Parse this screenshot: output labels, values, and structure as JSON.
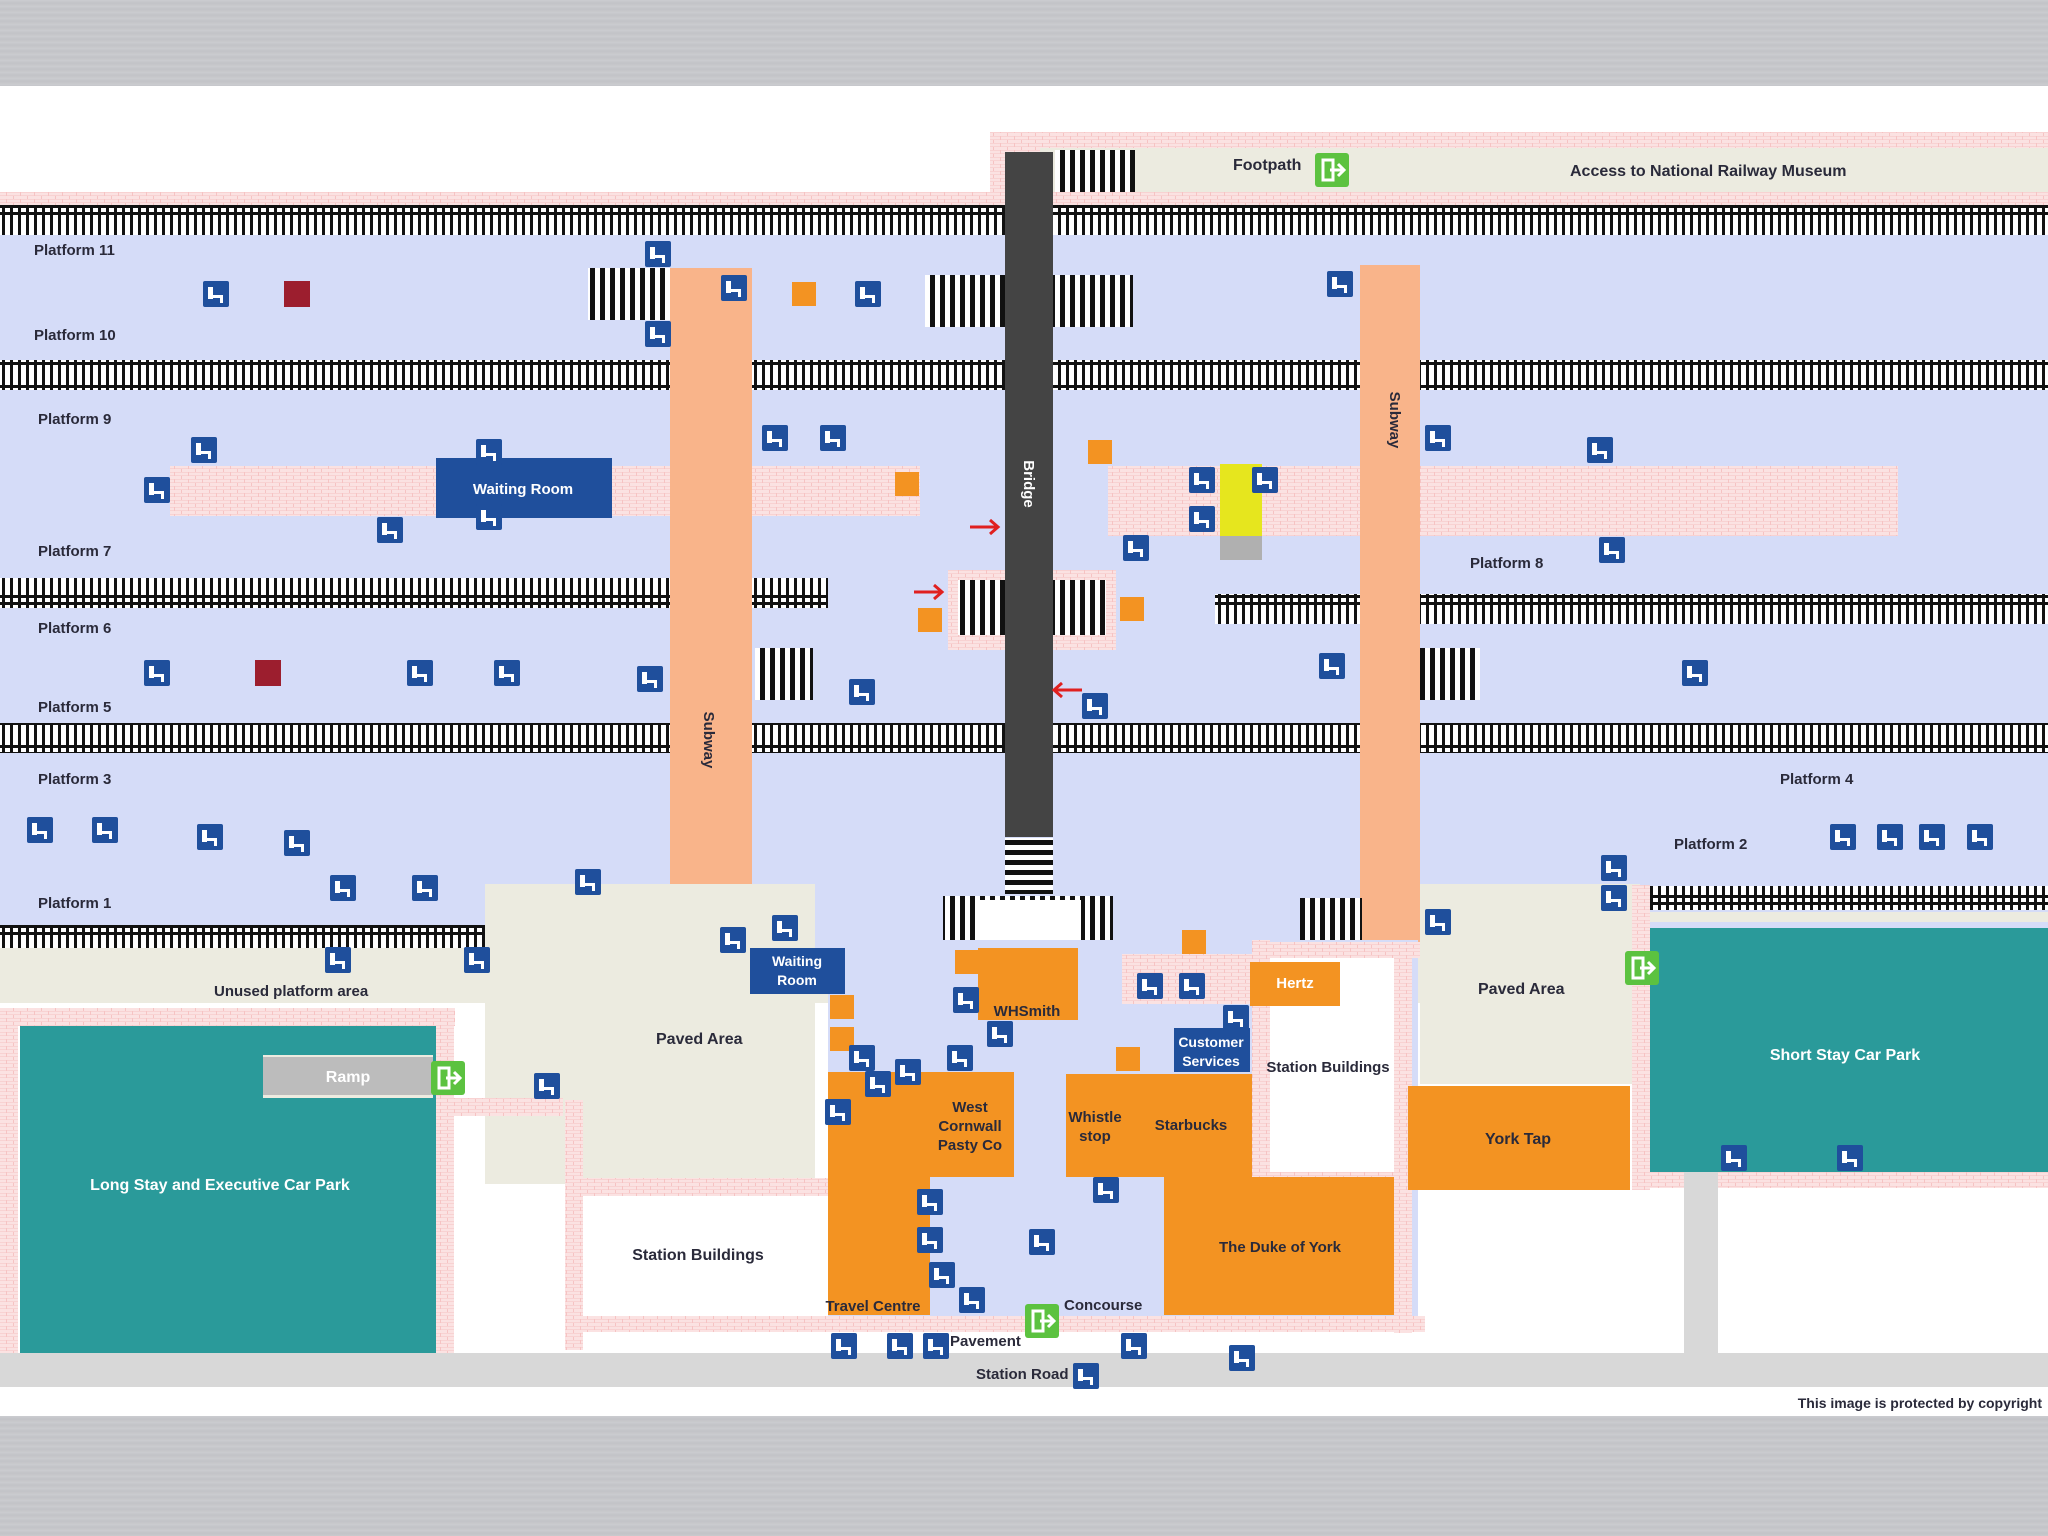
{
  "colors": {
    "platform": "#d5dcf8",
    "paved": "#ecebe0",
    "carpark": "#2a9a9a",
    "shop": "#f39322",
    "subway": "#f9b48a",
    "bridge": "#444444",
    "icon": "#1f4f9c",
    "exit": "#5cc240",
    "brick": "#f4b8b8",
    "track": "#111111"
  },
  "map": {
    "footpath": "Footpath",
    "museum_access": "Access to National Railway Museum",
    "bridge": "Bridge",
    "subway": "Subway",
    "waiting_room": "Waiting Room",
    "waiting_room_2a": "Waiting",
    "waiting_room_2b": "Room",
    "unused_area": "Unused platform area",
    "paved_area": "Paved Area",
    "ramp": "Ramp",
    "long_stay": "Long Stay and Executive Car Park",
    "short_stay": "Short Stay Car Park",
    "station_buildings": "Station Buildings",
    "travel_centre": "Travel Centre",
    "west_cornwall_1": "West",
    "west_cornwall_2": "Cornwall",
    "west_cornwall_3": "Pasty Co",
    "whsmith": "WHSmith",
    "whistle_1": "Whistle",
    "whistle_2": "stop",
    "starbucks": "Starbucks",
    "customer_1": "Customer",
    "customer_2": "Services",
    "hertz": "Hertz",
    "york_tap": "York Tap",
    "duke_of_york": "The Duke of York",
    "concourse": "Concourse",
    "pavement": "Pavement",
    "station_road": "Station Road",
    "copyright": "This image is protected by copyright"
  },
  "platforms": {
    "p11": "Platform 11",
    "p10": "Platform 10",
    "p9": "Platform 9",
    "p8": "Platform 8",
    "p7": "Platform 7",
    "p6": "Platform 6",
    "p5": "Platform 5",
    "p4": "Platform 4",
    "p3": "Platform 3",
    "p2": "Platform 2",
    "p1": "Platform 1"
  },
  "icons": {
    "seat": "seat-icon",
    "lift": "lift-icon",
    "info": "information-icon",
    "cafe": "cafe-icon",
    "toilet": "toilet-icon",
    "accessible": "accessible-toilet-icon",
    "ticket": "ticket-machine-icon",
    "cycle": "cycle-parking-icon",
    "taxi": "taxi-icon",
    "exit": "exit-icon",
    "help": "help-point-icon",
    "phone": "telephone-icon",
    "atm": "cash-machine-icon",
    "no_smoking": "no-smoking-icon"
  }
}
